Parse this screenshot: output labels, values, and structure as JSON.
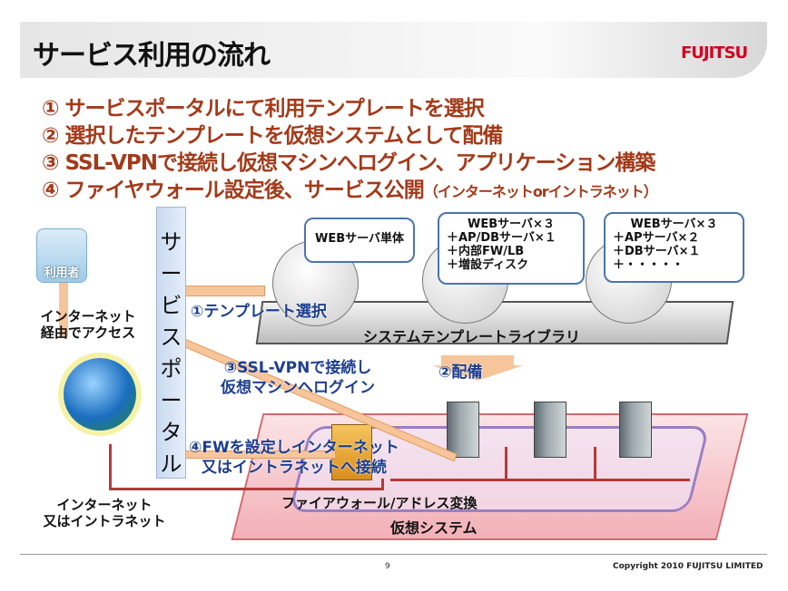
{
  "header": {
    "title": "サービス利用の流れ",
    "logo": "FUJITSU"
  },
  "steps": [
    {
      "num": "①",
      "text": "サービスポータルにて利用テンプレートを選択"
    },
    {
      "num": "②",
      "text": "選択したテンプレートを仮想システムとして配備"
    },
    {
      "num": "③",
      "text": "SSL-VPNで接続し仮想マシンへログイン、アプリケーション構築"
    },
    {
      "num": "④",
      "text": "ファイヤウォール設定後、サービス公開",
      "note": "（インターネットorイントラネット）"
    }
  ],
  "diagram": {
    "user_label": "利用者",
    "access_label": [
      "インターネット",
      "経由でアクセス"
    ],
    "portal_chars": [
      "サ",
      "ー",
      "ビ",
      "ス",
      "ポ",
      "ー",
      "タ",
      "ル"
    ],
    "network_label": [
      "インターネット",
      "又はイントラネット"
    ],
    "step1_label": "①テンプレート選択",
    "step2_label": "②配備",
    "step3_label": [
      "③SSL-VPNで接続し",
      "仮想マシンへログイン"
    ],
    "step4_label": [
      "④FWを設定しインターネット",
      "又はイントラネットへ接続"
    ],
    "library_label": "システムテンプレートライブラリ",
    "templates": [
      {
        "lines": [
          "WEBサーバ単体"
        ]
      },
      {
        "lines": [
          "WEBサーバ×３",
          "＋AP/DBサーバ×１",
          "＋内部FW/LB",
          "＋増設ディスク"
        ]
      },
      {
        "lines": [
          "WEBサーバ×３",
          "＋APサーバ×２",
          "＋DBサーバ×１",
          "＋・・・・・"
        ]
      }
    ],
    "firewall_label": "ファイアウォール/アドレス変換",
    "vsystem_label": "仮想システム"
  },
  "footer": {
    "page": "9",
    "copyright": "Copyright 2010 FUJITSU LIMITED"
  }
}
